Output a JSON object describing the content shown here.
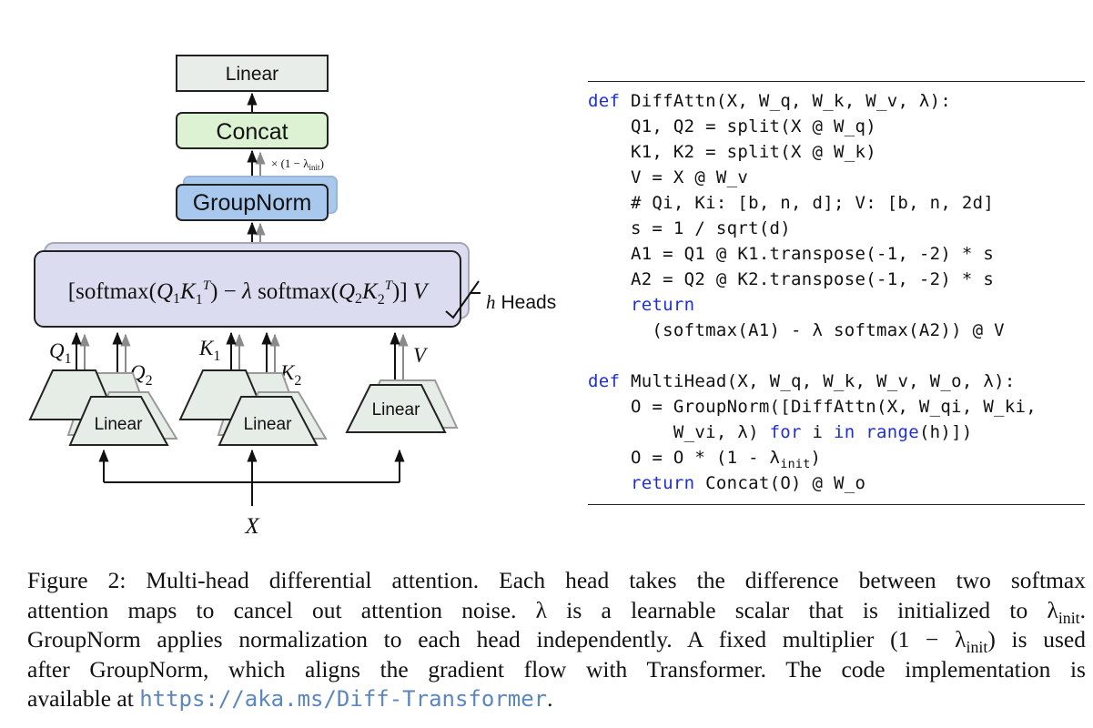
{
  "diagram": {
    "linear_top": "Linear",
    "concat": "Concat",
    "multiplier": "× (1 − λ",
    "multiplier_sub": "init",
    "multiplier_close": ")",
    "groupnorm": "GroupNorm",
    "attention_formula": "[softmax(Q₁K₁ᵀ) − λ softmax(Q₂K₂ᵀ)] V",
    "heads_h": "h",
    "heads_label": "Heads",
    "linear_q": "Linear",
    "linear_k": "Linear",
    "linear_v": "Linear",
    "q1": "Q₁",
    "q2": "Q₂",
    "k1": "K₁",
    "k2": "K₂",
    "v": "V",
    "input_x": "X"
  },
  "code": {
    "lines": [
      "DiffAttn(X, W_q, W_k, W_v, λ):",
      "    Q1, Q2 = split(X @ W_q)",
      "    K1, K2 = split(X @ W_k)",
      "    V = X @ W_v",
      "    # Qi, Ki: [b, n, d]; V: [b, n, 2d]",
      "    s = 1 / sqrt(d)",
      "    A1 = Q1 @ K1.transpose(-1, -2) * s",
      "    A2 = Q2 @ K2.transpose(-1, -2) * s",
      "    ",
      "      (softmax(A1) - λ softmax(A2)) @ V",
      "MultiHead(X, W_q, W_k, W_v, W_o, λ):",
      "    O = GroupNorm([DiffAttn(X, W_qi, W_ki,",
      "        W_vi, λ) ",
      "    O = O * (1 - λ",
      "    "
    ],
    "kw_def": "def",
    "kw_return": "return",
    "kw_for": "for",
    "kw_in": "in",
    "kw_range": "range",
    "line13_tail1": " i ",
    "line13_tail2": "(h)])",
    "line14_sub": "init",
    "line14_close": ")",
    "line15_rest": " Concat(O) @ W_o"
  },
  "caption": {
    "l1a": "Figure 2: Multi-head differential attention. Each head takes the difference between two ",
    "l1b": "softmax",
    "l2a": "attention maps to cancel out attention noise.  λ is a learnable scalar that is initialized to λ",
    "l2sub": "init",
    "l2c": ".",
    "l3a": "GroupNorm",
    "l3b": " applies normalization to each head independently. A fixed multiplier (1 − λ",
    "l3sub": "init",
    "l3c": ") is used",
    "l4a": "after ",
    "l4b": "GroupNorm",
    "l4c": ", which aligns the gradient flow with Transformer. The code implementation is",
    "l5a": "available at ",
    "l5url": "https://aka.ms/Diff-Transformer",
    "l5c": "."
  },
  "colors": {
    "concat_fill": "#dcf2d2",
    "groupnorm_fill": "#a9c8ee",
    "attention_fill": "#dcdcf0",
    "linear_fill": "#e6ece6",
    "code_keyword": "#1f2fd1",
    "code_comment": "#7f7f7f",
    "url": "#5b86c0"
  }
}
